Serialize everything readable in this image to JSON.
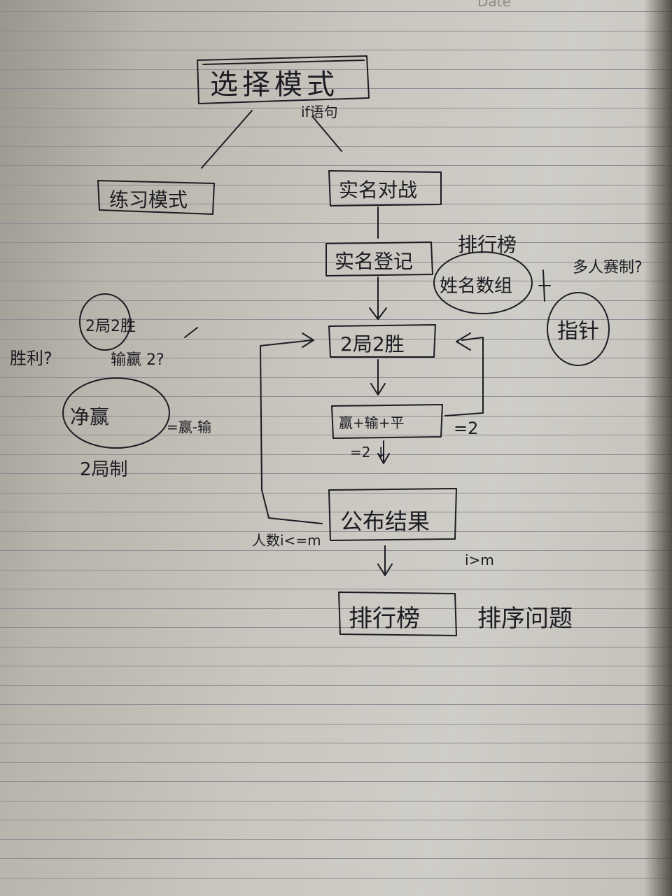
{
  "header": {
    "date_label": "Date"
  },
  "nodes": {
    "choose_mode": "选择模式",
    "practice_mode": "练习模式",
    "real_match": "实名对战",
    "real_registration": "实名登记",
    "best_of": "2局2胜",
    "win_lose_tie": "赢+输+平",
    "publish_result": "公布结果",
    "leaderboard": "排行榜",
    "sorting_issue": "排序问题"
  },
  "edge_labels": {
    "if_statement": "if语句",
    "equals_two_loop": "=2",
    "equals_two_exit": "=2 ↓",
    "count_le_m": "人数i<=m",
    "count_gt_m": "i>m"
  },
  "annotations": {
    "leaderboard_note": "排行榜",
    "name_array": "姓名数组",
    "multiplayer": "多人赛制?",
    "pointer": "指针",
    "best_of_circle": "2局2胜",
    "win": "胜利?",
    "win_lose_question": "输赢 2?",
    "net_win": "净赢",
    "net_win_def": "=赢-输",
    "two_round": "2局制"
  },
  "colors": {
    "ink": "#1c1c22",
    "paper": "#cfcdc7",
    "rule": "#8f8b94"
  }
}
